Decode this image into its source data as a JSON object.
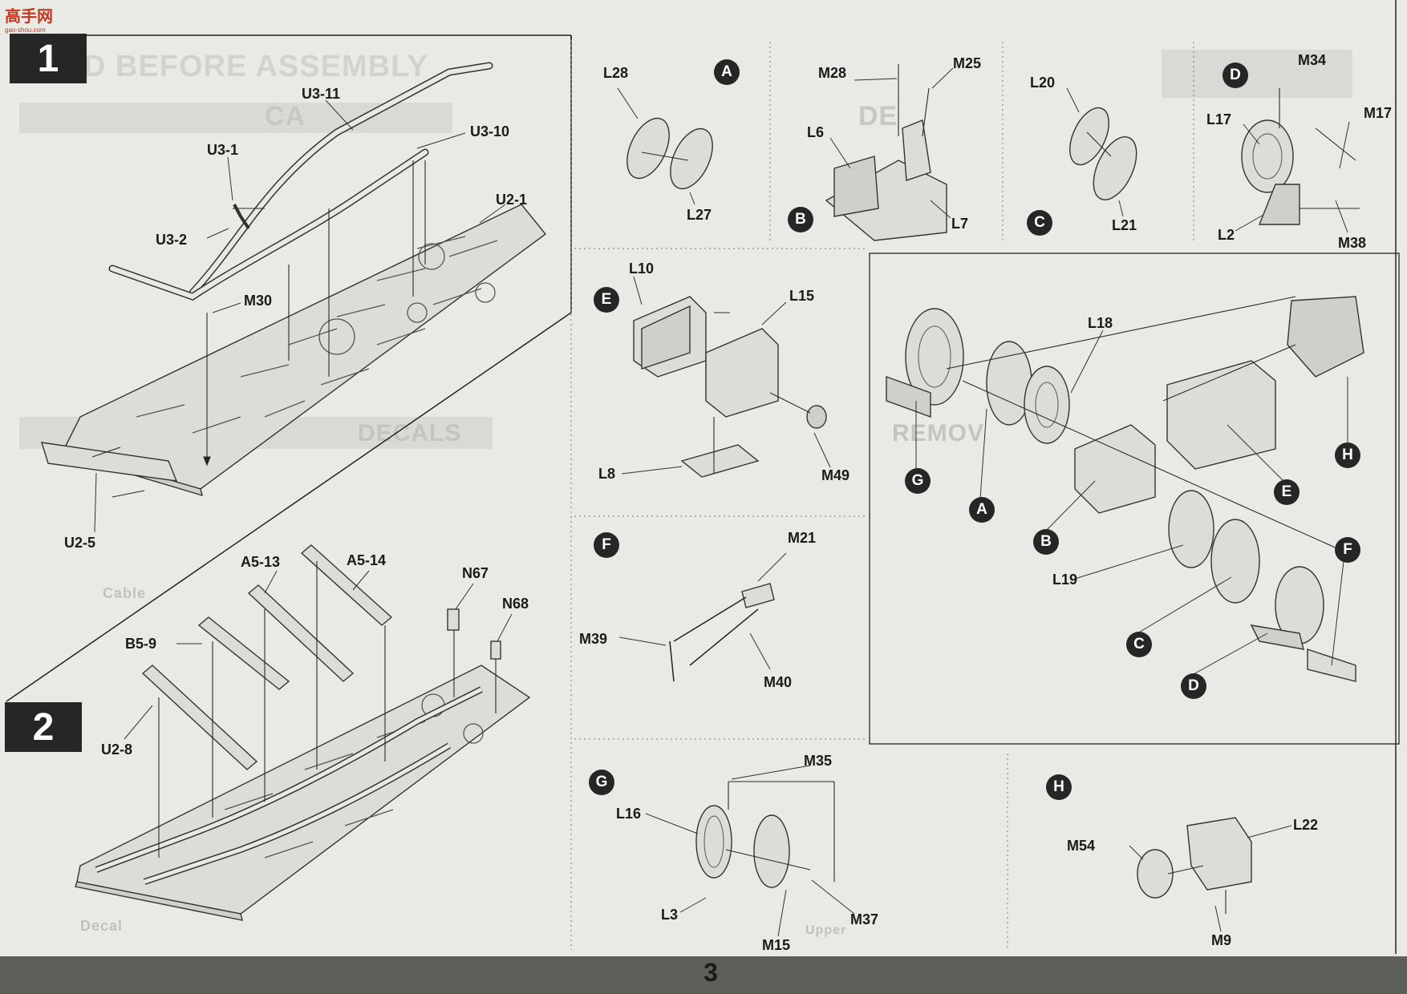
{
  "watermark": "高手网",
  "steps": [
    "1",
    "2"
  ],
  "page_number": "3",
  "step1": {
    "labels": [
      "U3-11",
      "U3-1",
      "U3-10",
      "U2-1",
      "U3-2",
      "M30",
      "U2-5"
    ]
  },
  "step2": {
    "labels": [
      "A5-13",
      "A5-14",
      "N67",
      "N68",
      "B5-9",
      "U2-8"
    ]
  },
  "sub": {
    "A": {
      "badge": "A",
      "labels": [
        "L28",
        "L27"
      ]
    },
    "B": {
      "badge": "B",
      "labels": [
        "M28",
        "M25",
        "L6",
        "L7"
      ]
    },
    "C": {
      "badge": "C",
      "labels": [
        "L20",
        "L21"
      ]
    },
    "D": {
      "badge": "D",
      "labels": [
        "M34",
        "L17",
        "M17",
        "L2",
        "M38"
      ]
    },
    "E": {
      "badge": "E",
      "labels": [
        "L10",
        "L15",
        "M49",
        "L8"
      ]
    },
    "F": {
      "badge": "F",
      "labels": [
        "M21",
        "M39",
        "M40"
      ]
    },
    "G": {
      "badge": "G",
      "labels": [
        "M35",
        "L16",
        "L3",
        "M15",
        "M37"
      ]
    },
    "H": {
      "badge": "H",
      "labels": [
        "L22",
        "M54",
        "M9"
      ]
    }
  },
  "final": {
    "labels": [
      "L18",
      "L19"
    ],
    "badges": [
      "G",
      "A",
      "B",
      "C",
      "D",
      "E",
      "H",
      "F"
    ]
  },
  "ghost_text": [
    "D BEFORE ASSEMBLY",
    "CA",
    "DE",
    "DECALS",
    "REMOV",
    "Cable",
    "Decal",
    "Upper"
  ]
}
